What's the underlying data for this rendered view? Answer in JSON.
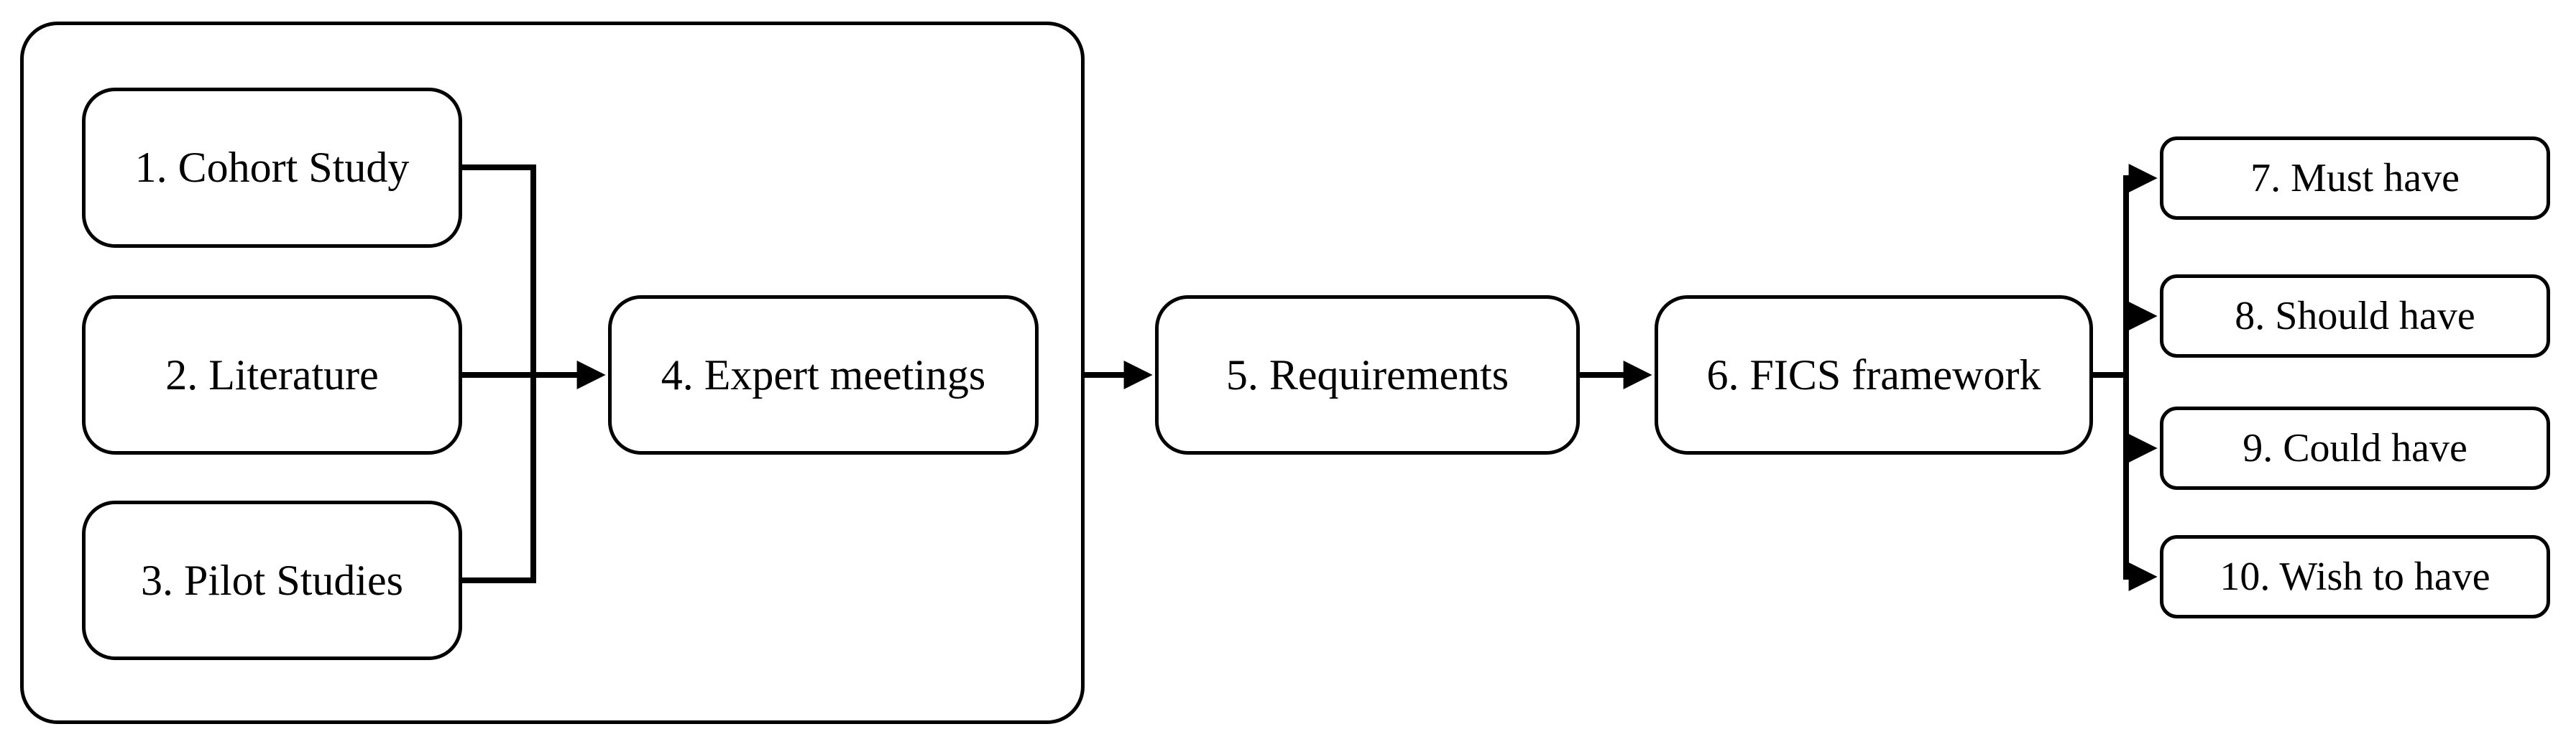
{
  "diagram": {
    "type": "flowchart",
    "background_color": "#ffffff",
    "stroke_color": "#000000",
    "node_fill": "#ffffff",
    "text_color": "#000000",
    "nodes": [
      {
        "id": "1",
        "label": "1. Cohort Study"
      },
      {
        "id": "2",
        "label": "2. Literature"
      },
      {
        "id": "3",
        "label": "3. Pilot Studies"
      },
      {
        "id": "4",
        "label": "4. Expert meetings"
      },
      {
        "id": "5",
        "label": "5. Requirements"
      },
      {
        "id": "6",
        "label": "6. FICS framework"
      },
      {
        "id": "7",
        "label": "7. Must have"
      },
      {
        "id": "8",
        "label": "8. Should have"
      },
      {
        "id": "9",
        "label": "9. Could have"
      },
      {
        "id": "10",
        "label": "10. Wish to have"
      }
    ],
    "edges": [
      {
        "from": "1",
        "to": "4"
      },
      {
        "from": "2",
        "to": "4"
      },
      {
        "from": "3",
        "to": "4"
      },
      {
        "from": "4",
        "to": "5"
      },
      {
        "from": "5",
        "to": "6"
      },
      {
        "from": "6",
        "to": "7"
      },
      {
        "from": "6",
        "to": "8"
      },
      {
        "from": "6",
        "to": "9"
      },
      {
        "from": "6",
        "to": "10"
      }
    ],
    "groups": [
      {
        "id": "inputs-group",
        "contains": [
          "1",
          "2",
          "3",
          "4"
        ]
      }
    ]
  }
}
